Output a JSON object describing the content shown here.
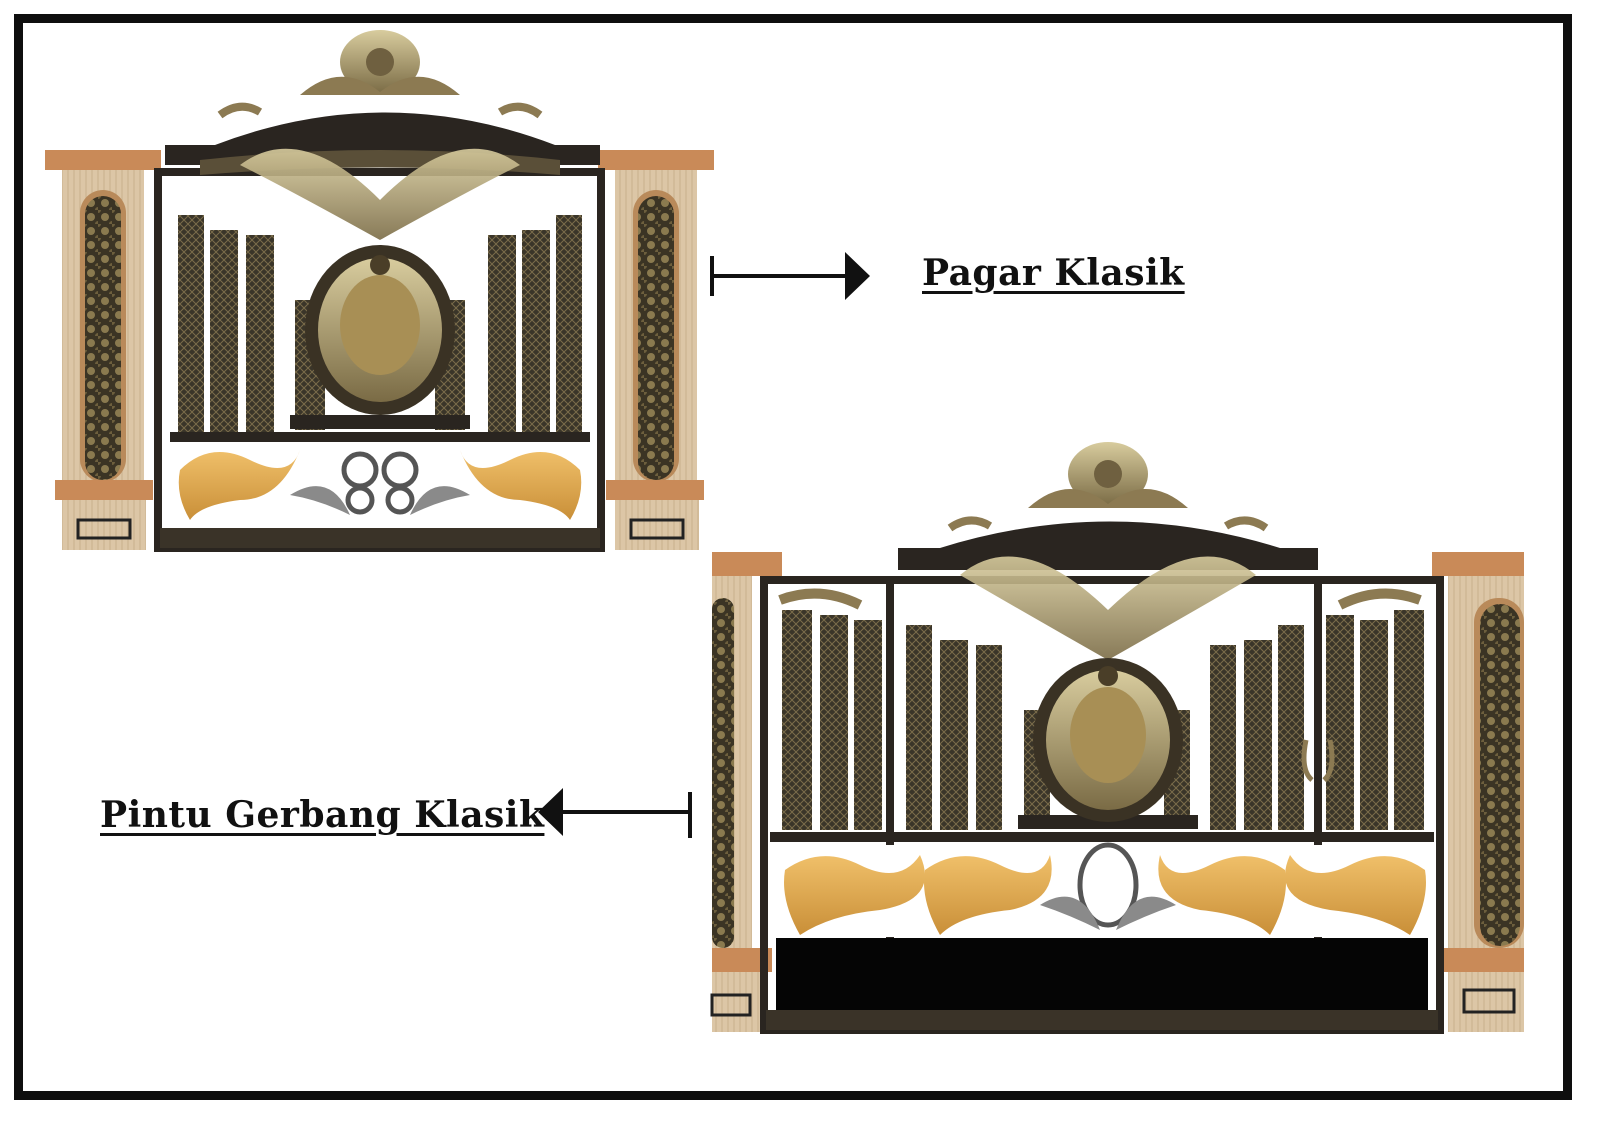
{
  "labels": {
    "pagar": "Pagar Klasik",
    "pintu": "Pintu Gerbang Klasik"
  },
  "colors": {
    "frame": "#0e0e0e",
    "iron": "#2a2520",
    "bronze": "#8c7a52",
    "bronze_light": "#c9b98a",
    "gold": "#e0ad52",
    "pillar": "#d9c3a4",
    "pillar_cap": "#c98a58",
    "panel_pattern": "#4a4334"
  },
  "illustrations": {
    "top": "classic-fence-gate-illustration",
    "bottom": "classic-gate-door-illustration"
  }
}
